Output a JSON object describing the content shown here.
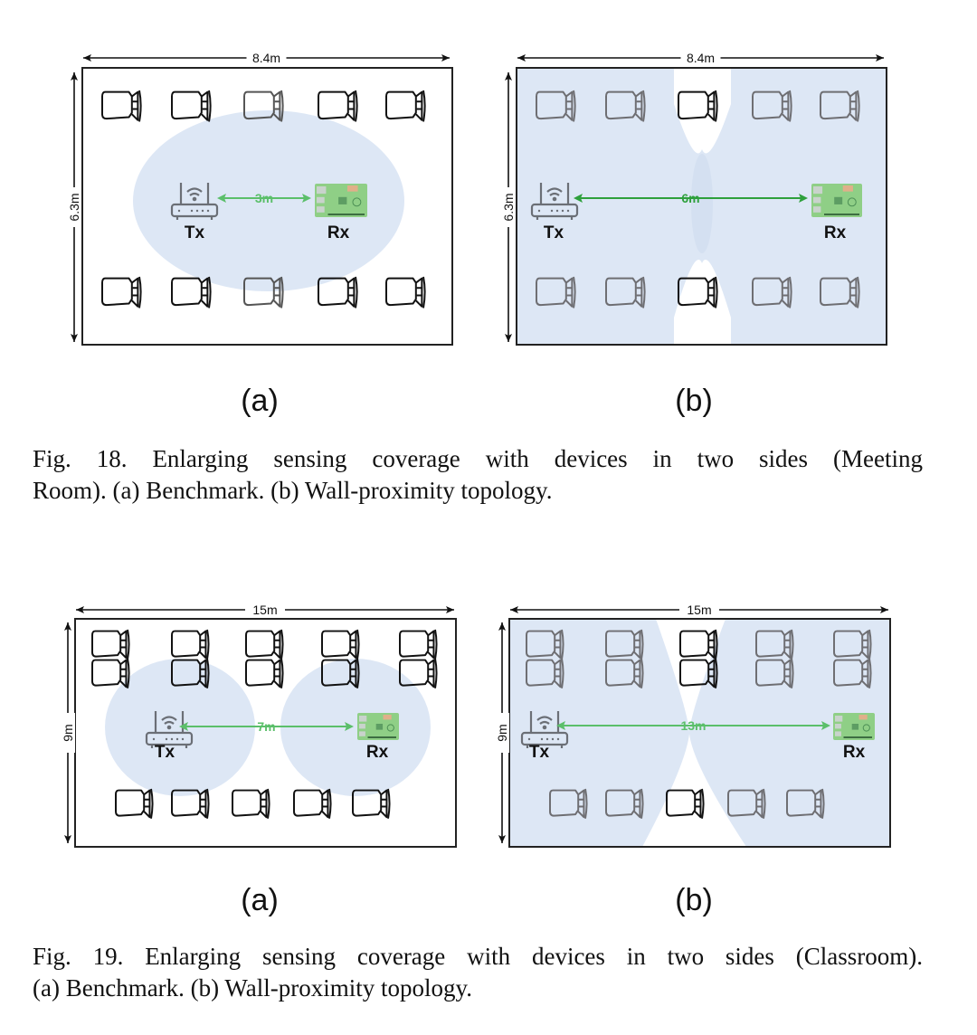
{
  "figures": [
    {
      "id": "fig18",
      "caption_line1": "Fig. 18.  Enlarging sensing coverage with devices in two sides (Meeting",
      "caption_line2": "Room). (a) Benchmark. (b) Wall-proximity topology.",
      "panels": [
        {
          "label": "(a)",
          "width_label": "8.4m",
          "height_label": "6.3m",
          "distance_label": "3m",
          "tx_label": "Tx",
          "rx_label": "Rx",
          "coverage": "single-ellipse",
          "chair_rows": [
            5,
            5
          ],
          "chair_layout": "single"
        },
        {
          "label": "(b)",
          "width_label": "8.4m",
          "height_label": "6.3m",
          "distance_label": "6m",
          "tx_label": "Tx",
          "rx_label": "Rx",
          "coverage": "wall-proximity-lobes",
          "chair_rows": [
            5,
            5
          ],
          "chair_layout": "single"
        }
      ]
    },
    {
      "id": "fig19",
      "caption_line1": "Fig. 19.  Enlarging sensing coverage with devices in two sides (Classroom).",
      "caption_line2": "(a) Benchmark. (b) Wall-proximity topology.",
      "panels": [
        {
          "label": "(a)",
          "width_label": "15m",
          "height_label": "9m",
          "distance_label": "7m",
          "tx_label": "Tx",
          "rx_label": "Rx",
          "coverage": "two-circles",
          "chair_rows": [
            5,
            5
          ],
          "chair_layout": "double"
        },
        {
          "label": "(b)",
          "width_label": "15m",
          "height_label": "9m",
          "distance_label": "13m",
          "tx_label": "Tx",
          "rx_label": "Rx",
          "coverage": "wall-proximity-lobes",
          "chair_rows": [
            5,
            5
          ],
          "chair_layout": "double"
        }
      ]
    }
  ],
  "colors": {
    "coverage": "#dde7f5",
    "arrow_green": "#5bbf6a",
    "arrow_green_dark": "#2ea03c",
    "wall": "#222222",
    "router": "#6b6f76",
    "board": "#7fc47f"
  }
}
